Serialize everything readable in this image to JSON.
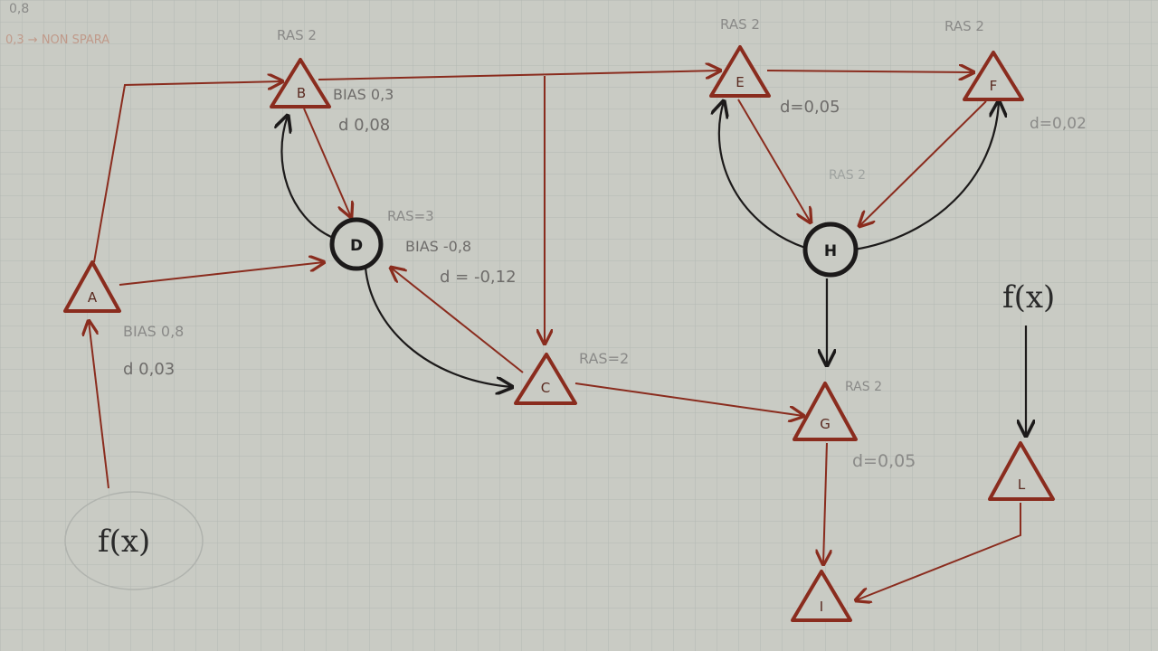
{
  "corner_notes": {
    "top": "0,8",
    "line": "0,3 → NON SPARA"
  },
  "nodes": {
    "A": {
      "letter": "A",
      "bias": "BIAS 0,8",
      "d": "d 0,03"
    },
    "B": {
      "letter": "B",
      "ras": "RAS 2",
      "bias": "BIAS 0,3",
      "d": "d 0,08"
    },
    "C": {
      "letter": "C",
      "ras": "RAS=2"
    },
    "D": {
      "letter": "D",
      "ras": "RAS=3",
      "bias": "BIAS -0,8",
      "d": "d = -0,12"
    },
    "E": {
      "letter": "E",
      "ras": "RAS 2",
      "d": "d=0,05"
    },
    "F": {
      "letter": "F",
      "ras": "RAS 2",
      "d": "d=0,02"
    },
    "G": {
      "letter": "G",
      "ras": "RAS 2",
      "d": "d=0,05"
    },
    "H": {
      "letter": "H",
      "ras": "RAS 2"
    },
    "I": {
      "letter": "I"
    },
    "L": {
      "letter": "L"
    }
  },
  "functions": {
    "fx_left": "f(x)",
    "fx_right": "f(x)"
  },
  "colors": {
    "paper": "#c9cbc4",
    "grid": "#b3b7b2",
    "red_edge": "#8a2c1e",
    "dark_edge": "#1c1a1a"
  }
}
